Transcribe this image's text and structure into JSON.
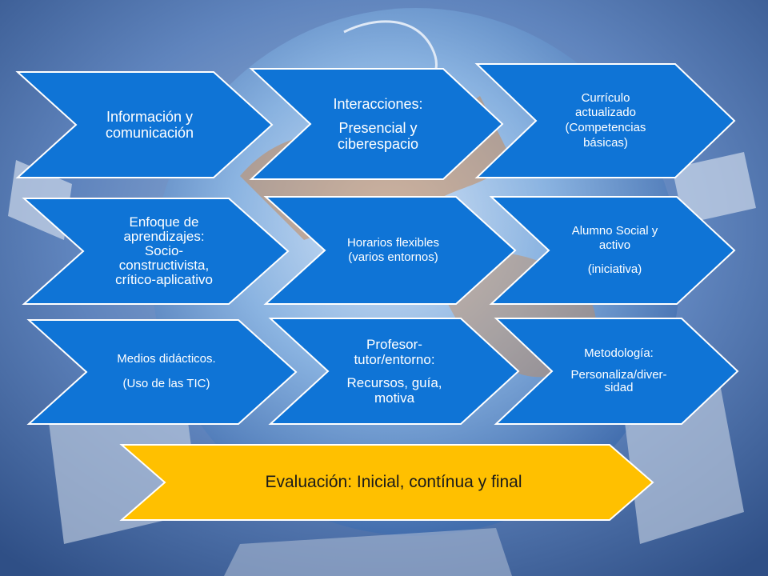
{
  "boxes": {
    "b1": {
      "lines": [
        "Información y",
        "comunicación"
      ]
    },
    "b2": {
      "lines": [
        "Interacciones:",
        "Presencial y",
        "ciberespacio"
      ]
    },
    "b3": {
      "lines": [
        "Currículo",
        "actualizado",
        "(Competencias",
        "básicas)"
      ]
    },
    "b4": {
      "lines": [
        "Enfoque de",
        "aprendizajes:",
        "Socio-",
        "constructivista,",
        "crítico-aplicativo"
      ]
    },
    "b5": {
      "lines": [
        "Horarios flexibles",
        "(varios entornos)"
      ]
    },
    "b6": {
      "lines": [
        "Alumno Social y",
        "activo",
        "(iniciativa)"
      ]
    },
    "b7": {
      "lines": [
        "Medios didácticos.",
        "(Uso de las TIC)"
      ]
    },
    "b8": {
      "lines": [
        "Profesor-",
        "tutor/entorno:",
        "Recursos, guía,",
        "motiva"
      ]
    },
    "b9": {
      "lines": [
        "Metodología:",
        "Personaliza/diver-",
        "sidad"
      ]
    },
    "b10": {
      "lines": [
        "Evaluación: Inicial, contínua y final"
      ]
    }
  },
  "colors": {
    "chevron_fill": "#0f74d6",
    "chevron_stroke": "#ffffff",
    "evaluation_fill": "#ffc000",
    "background": "#4a6fa8"
  },
  "icons": {
    "background": "globe-computer-network-illustration"
  }
}
